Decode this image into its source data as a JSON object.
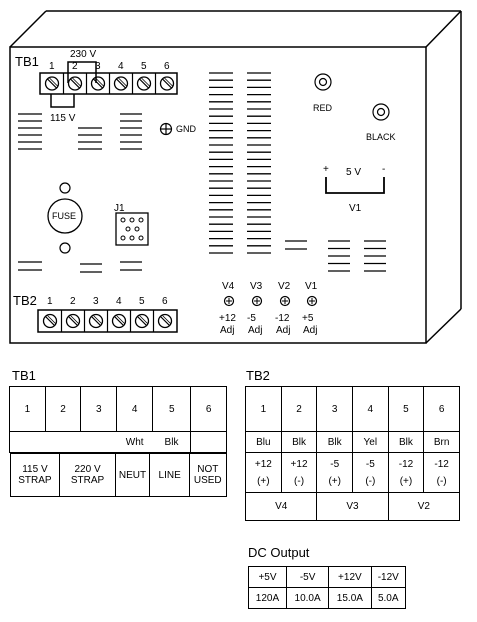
{
  "panel": {
    "tb1": {
      "label": "TB1",
      "terminals": [
        "1",
        "2",
        "3",
        "4",
        "5",
        "6"
      ],
      "jumper_230": "230 V",
      "jumper_115": "115 V"
    },
    "gnd_label": "GND",
    "red_label": "RED",
    "black_label": "BLACK",
    "v1_meter": {
      "plus": "+",
      "minus": "-",
      "value": "5 V",
      "label": "V1"
    },
    "fuse_label": "FUSE",
    "j1_label": "J1",
    "adjustments": [
      {
        "name": "V4",
        "line1": "+12",
        "line2": "Adj"
      },
      {
        "name": "V3",
        "line1": "-5",
        "line2": "Adj"
      },
      {
        "name": "V2",
        "line1": "-12",
        "line2": "Adj"
      },
      {
        "name": "V1",
        "line1": "+5",
        "line2": "Adj"
      }
    ],
    "tb2": {
      "label": "TB2",
      "terminals": [
        "1",
        "2",
        "3",
        "4",
        "5",
        "6"
      ]
    }
  },
  "tb1_table": {
    "title": "TB1",
    "numbers": [
      "1",
      "2",
      "3",
      "4",
      "5",
      "6"
    ],
    "colors": [
      "",
      "",
      "",
      "Wht",
      "Blk",
      ""
    ],
    "functions": [
      {
        "line1": "115 V",
        "line2": "STRAP"
      },
      {
        "line1": "220 V",
        "line2": "STRAP"
      },
      {
        "line1": "NEUT",
        "line2": ""
      },
      {
        "line1": "LINE",
        "line2": ""
      },
      {
        "line1": "NOT",
        "line2": "USED"
      }
    ]
  },
  "tb2_table": {
    "title": "TB2",
    "numbers": [
      "1",
      "2",
      "3",
      "4",
      "5",
      "6"
    ],
    "colors": [
      "Blu",
      "Blk",
      "Blk",
      "Yel",
      "Blk",
      "Brn"
    ],
    "voltages": [
      "+12",
      "+12",
      "-5",
      "-5",
      "-12",
      "-12"
    ],
    "polarity": [
      "(+)",
      "(-)",
      "(+)",
      "(-)",
      "(+)",
      "(-)"
    ],
    "groups": [
      "V4",
      "V3",
      "V2"
    ]
  },
  "dc_output": {
    "title": "DC Output",
    "headers": [
      "+5V",
      "-5V",
      "+12V",
      "-12V"
    ],
    "values": [
      "120A",
      "10.0A",
      "15.0A",
      "5.0A"
    ]
  }
}
